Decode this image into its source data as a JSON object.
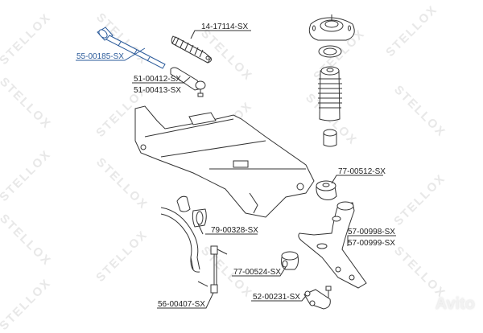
{
  "diagram": {
    "watermark_text": "STELLOX",
    "corner_watermark": "Avito",
    "highlight_color": "#2a5a9a",
    "line_color": "#333333",
    "parts": [
      {
        "id": "tie-rod",
        "label": "55-00185-SX",
        "highlighted": true
      },
      {
        "id": "steering-boot",
        "label": "14-17114-SX"
      },
      {
        "id": "tie-rod-end-1",
        "label": "51-00412-SX"
      },
      {
        "id": "tie-rod-end-2",
        "label": "51-00413-SX"
      },
      {
        "id": "subframe-bushing",
        "label": "77-00512-SX"
      },
      {
        "id": "control-arm-1",
        "label": "57-00998-SX"
      },
      {
        "id": "control-arm-2",
        "label": "57-00999-SX"
      },
      {
        "id": "stabilizer-bushing",
        "label": "79-00328-SX"
      },
      {
        "id": "control-arm-bushing",
        "label": "77-00524-SX"
      },
      {
        "id": "stabilizer-link",
        "label": "56-00407-SX"
      },
      {
        "id": "ball-joint",
        "label": "52-00231-SX"
      }
    ]
  }
}
